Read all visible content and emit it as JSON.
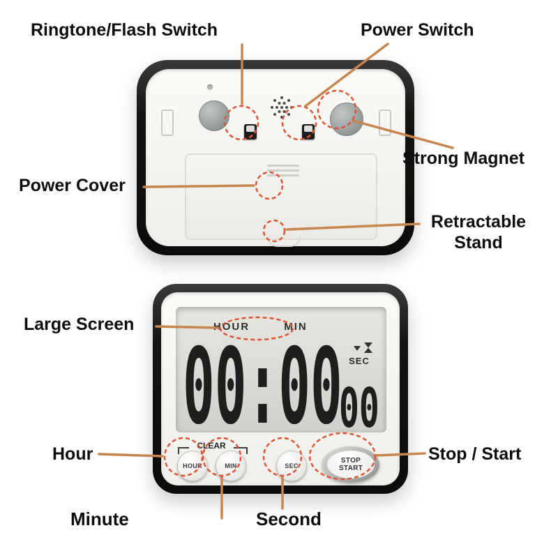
{
  "colors": {
    "leader": "#c7854f",
    "dashed": "#dd5535",
    "label_text": "#0e0e0e",
    "body": "#f0efeb",
    "digit": "#1e1e1e"
  },
  "back": {
    "ringtone_label": "Ringtone/Flash Switch",
    "power_switch_label": "Power Switch",
    "strong_magnet_label": "Strong Magnet",
    "power_cover_label": "Power Cover",
    "retractable_stand_label": "Retractable Stand"
  },
  "front": {
    "large_screen_label": "Large Screen",
    "hour_label": "Hour",
    "minute_label": "Minute",
    "second_label": "Second",
    "stop_start_label": "Stop / Start",
    "display": {
      "hour": "HOUR",
      "min": "MIN",
      "sec": "SEC",
      "main_time": "00:00",
      "seconds": "00"
    },
    "buttons": {
      "clear": "CLEAR",
      "hour": "HOUR",
      "min": "MIN",
      "sec": "SEC",
      "stop": "STOP",
      "start": "START"
    }
  }
}
